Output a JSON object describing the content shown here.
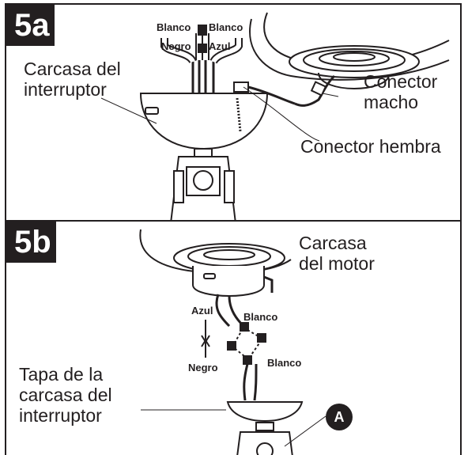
{
  "panel_a": {
    "step": "5a",
    "labels": {
      "switch_housing": "Carcasa del\ninterruptor",
      "male_connector": "Conector\nmacho",
      "female_connector": "Conector hembra"
    },
    "wires": {
      "white_left": "Blanco",
      "white_right": "Blanco",
      "black": "Negro",
      "blue": "Azul"
    }
  },
  "panel_b": {
    "step": "5b",
    "labels": {
      "motor_housing": "Carcasa\ndel motor",
      "switch_cap": "Tapa de la\ncarcasa del\ninterruptor"
    },
    "wires": {
      "blue": "Azul",
      "black": "Negro",
      "white_top": "Blanco",
      "white_bottom": "Blanco"
    },
    "callout": "A"
  },
  "colors": {
    "ink": "#231f20",
    "background": "#ffffff"
  }
}
